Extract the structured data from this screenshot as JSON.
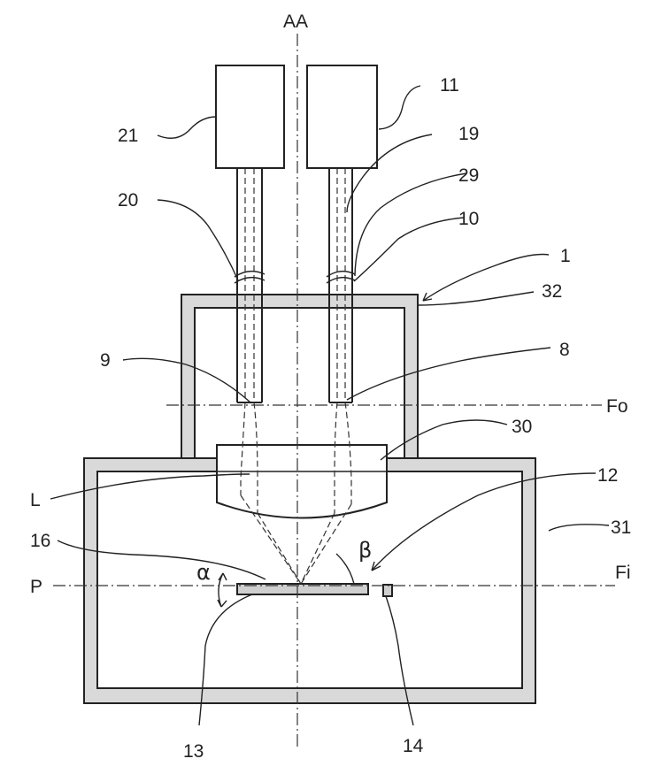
{
  "labels": {
    "axis_aa": "AA",
    "n21": "21",
    "n11": "11",
    "n19": "19",
    "n20": "20",
    "n29": "29",
    "n10": "10",
    "n1": "1",
    "n32": "32",
    "n9": "9",
    "n8": "8",
    "fo": "Fo",
    "n30": "30",
    "l": "L",
    "n12": "12",
    "n16": "16",
    "n31": "31",
    "beta": "β",
    "alpha": "α",
    "p": "P",
    "fi": "Fi",
    "n13": "13",
    "n14": "14"
  }
}
